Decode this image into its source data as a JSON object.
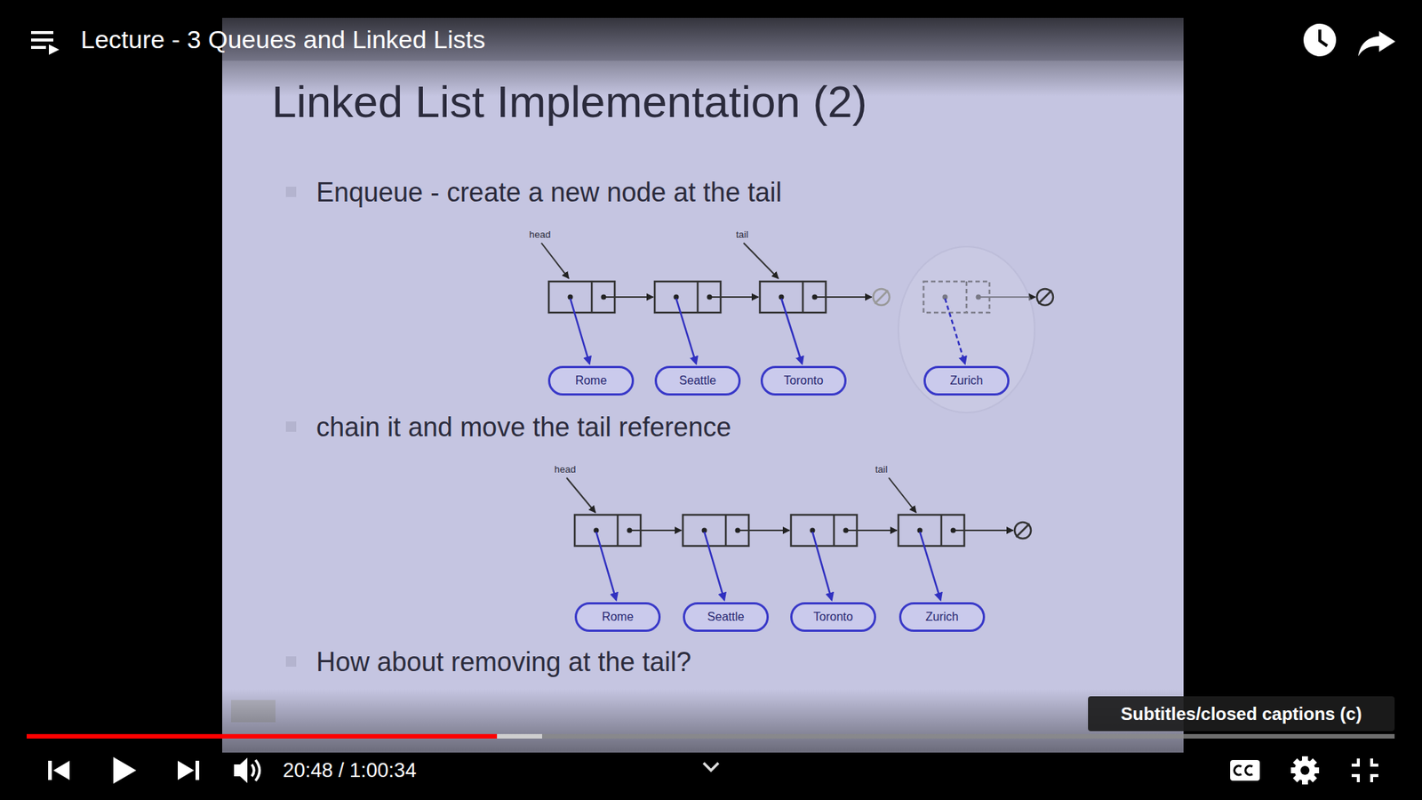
{
  "diagram": {
    "title": "Linked List Implementation (2)",
    "nodes": [
      {
        "text": [
          "Rome"
        ]
      },
      {
        "text": [
          "Seattle"
        ]
      },
      {
        "text": [
          "Toronto"
        ]
      },
      {
        "text": [
          "Zurich"
        ]
      },
      {
        "text": [
          "Rome"
        ]
      },
      {
        "text": [
          "Seattle"
        ]
      },
      {
        "text": [
          "Toronto"
        ]
      },
      {
        "text": [
          "Zurich"
        ]
      }
    ],
    "labels": [
      "Lecture - 3 Queues and Linked Lists",
      "Enqueue - create a new node at the tail",
      "head",
      "tail",
      "chain it and move the tail reference",
      "head",
      "tail",
      "How about removing at the tail?",
      "20:48 / 1:00:34",
      "Subtitles/closed captions (c)"
    ]
  }
}
